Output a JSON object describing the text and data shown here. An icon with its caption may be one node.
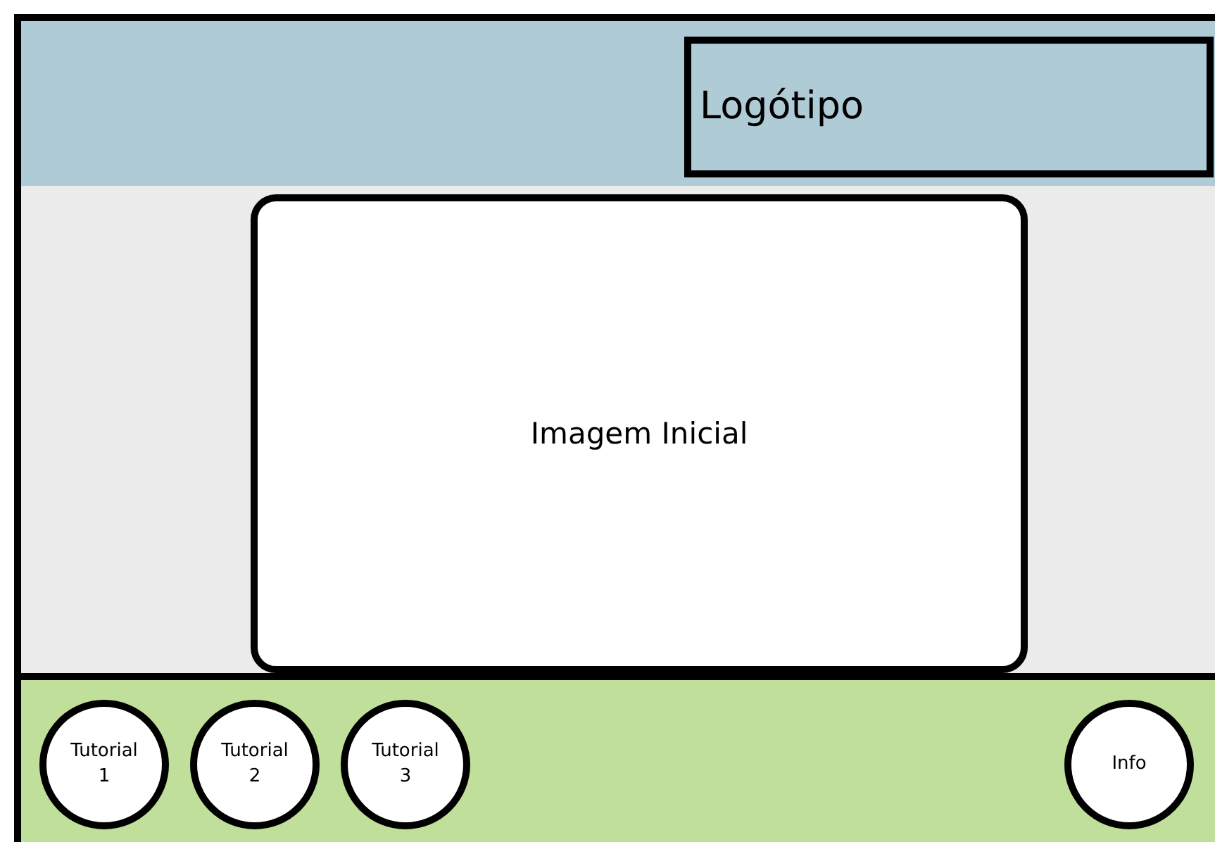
{
  "diagram": {
    "nodes": [
      {
        "text": [
          "Logótipo"
        ]
      },
      {
        "text": [
          "Imagem Inicial"
        ]
      },
      {
        "text": [
          "Tutorial 1"
        ]
      },
      {
        "text": [
          "Tutorial 2"
        ]
      },
      {
        "text": [
          "Tutorial 3"
        ]
      },
      {
        "text": [
          "Info"
        ]
      }
    ]
  }
}
